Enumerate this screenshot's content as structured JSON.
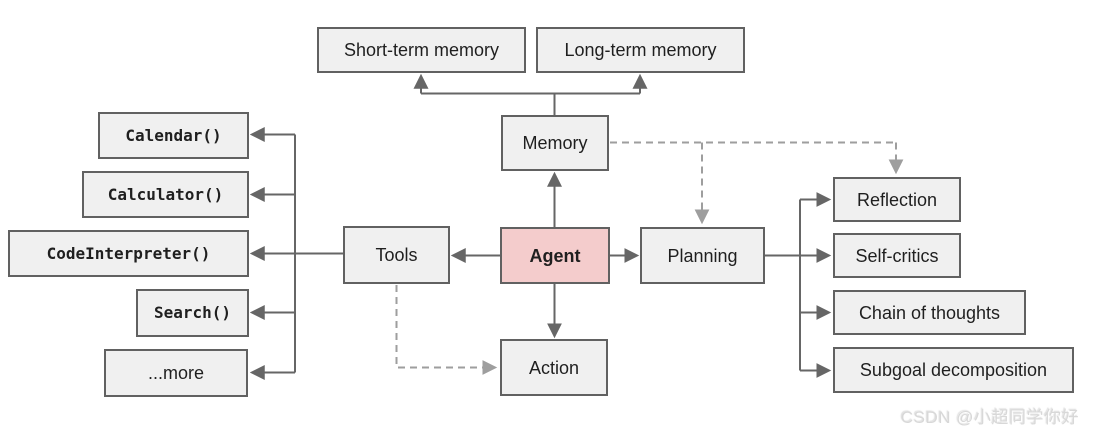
{
  "diagram": {
    "nodes": {
      "short_term_memory": {
        "label": "Short-term memory"
      },
      "long_term_memory": {
        "label": "Long-term memory"
      },
      "memory": {
        "label": "Memory"
      },
      "tools": {
        "label": "Tools"
      },
      "agent": {
        "label": "Agent"
      },
      "planning": {
        "label": "Planning"
      },
      "action": {
        "label": "Action"
      },
      "calendar": {
        "label": "Calendar()"
      },
      "calculator": {
        "label": "Calculator()"
      },
      "code_interpreter": {
        "label": "CodeInterpreter()"
      },
      "search": {
        "label": "Search()"
      },
      "more": {
        "label": "...more"
      },
      "reflection": {
        "label": "Reflection"
      },
      "self_critics": {
        "label": "Self-critics"
      },
      "chain_of_thoughts": {
        "label": "Chain of thoughts"
      },
      "subgoal_decomposition": {
        "label": "Subgoal decomposition"
      }
    },
    "colors": {
      "box_fill": "#f0f0f0",
      "box_border": "#616161",
      "agent_fill": "#f4cccc",
      "solid_line": "#666666",
      "dashed_line": "#9e9e9e",
      "text": "#1f1f1f",
      "watermark": "#d8d8d8"
    },
    "watermark": "CSDN @小超同学你好"
  }
}
